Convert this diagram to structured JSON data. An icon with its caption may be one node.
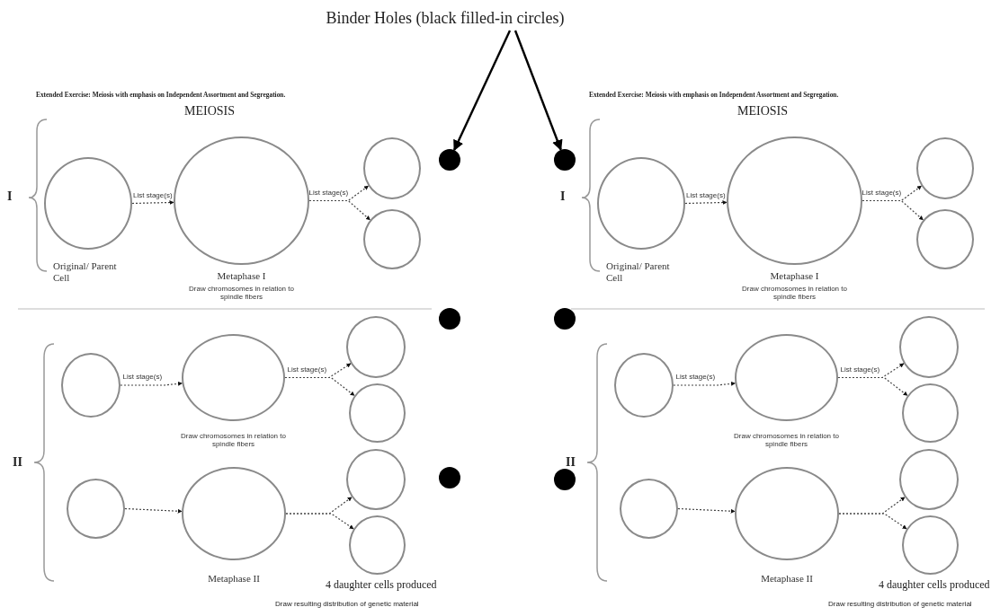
{
  "diagram": {
    "nodes": [
      {
        "text": [
          "Binder Holes (black filled-in circles)"
        ]
      },
      {
        "text": [],
        "shape": "circle"
      },
      {
        "text": [],
        "shape": "circle"
      },
      {
        "text": [],
        "shape": "circle"
      },
      {
        "text": [],
        "shape": "circle"
      },
      {
        "text": [],
        "shape": "circle"
      },
      {
        "text": [],
        "shape": "circle"
      },
      {
        "text": [],
        "shape": "circle",
        "beside": [
          "Original/ Parent Cell"
        ]
      },
      {
        "text": [],
        "shape": "circle",
        "beside": [
          "Metaphase I",
          "Draw chromosomes in relation to spindle fibers"
        ]
      },
      {
        "text": [],
        "shape": "circle"
      },
      {
        "text": [],
        "shape": "circle"
      },
      {
        "text": [],
        "shape": "circle"
      },
      {
        "text": [],
        "shape": "circle",
        "beside": [
          "Draw chromosomes in relation to spindle fibers"
        ]
      },
      {
        "text": [],
        "shape": "circle"
      },
      {
        "text": [],
        "shape": "circle"
      },
      {
        "text": [],
        "shape": "circle"
      },
      {
        "text": [],
        "shape": "circle",
        "beside": [
          "Metaphase II"
        ]
      },
      {
        "text": [],
        "shape": "circle"
      },
      {
        "text": [],
        "shape": "circle"
      },
      {
        "text": [],
        "shape": "circle",
        "beside": [
          "Original/ Parent Cell"
        ]
      },
      {
        "text": [],
        "shape": "circle",
        "beside": [
          "Metaphase I",
          "Draw chromosomes in relation to spindle fibers"
        ]
      },
      {
        "text": [],
        "shape": "circle"
      },
      {
        "text": [],
        "shape": "circle"
      },
      {
        "text": [],
        "shape": "circle"
      },
      {
        "text": [],
        "shape": "circle",
        "beside": [
          "Draw chromosomes in relation to spindle fibers"
        ]
      },
      {
        "text": [],
        "shape": "circle"
      },
      {
        "text": [],
        "shape": "circle"
      },
      {
        "text": [],
        "shape": "circle"
      },
      {
        "text": [],
        "shape": "circle",
        "beside": [
          "Metaphase II"
        ]
      },
      {
        "text": [],
        "shape": "circle"
      },
      {
        "text": [],
        "shape": "circle"
      }
    ],
    "edges": [
      {
        "from": 0,
        "to": 1,
        "arrow": "to"
      },
      {
        "from": 0,
        "to": 2,
        "arrow": "to"
      },
      {
        "from": 7,
        "to": 8,
        "arrow": "to",
        "style": "dashed",
        "label": "List stage(s)"
      },
      {
        "from": 8,
        "to": 9,
        "arrow": "to",
        "style": "dashed",
        "label": "List stage(s)"
      },
      {
        "from": 8,
        "to": 10,
        "arrow": "to",
        "style": "dashed"
      },
      {
        "from": 11,
        "to": 12,
        "arrow": "to",
        "style": "dashed",
        "label": "List stage(s)"
      },
      {
        "from": 12,
        "to": 13,
        "arrow": "to",
        "style": "dashed",
        "label": "List stage(s)"
      },
      {
        "from": 12,
        "to": 14,
        "arrow": "to",
        "style": "dashed"
      },
      {
        "from": 15,
        "to": 16,
        "arrow": "to",
        "style": "dashed"
      },
      {
        "from": 16,
        "to": 17,
        "arrow": "to",
        "style": "dashed"
      },
      {
        "from": 16,
        "to": 18,
        "arrow": "to",
        "style": "dashed"
      },
      {
        "from": 19,
        "to": 20,
        "arrow": "to",
        "style": "dashed",
        "label": "List stage(s)"
      },
      {
        "from": 20,
        "to": 21,
        "arrow": "to",
        "style": "dashed",
        "label": "List stage(s)"
      },
      {
        "from": 20,
        "to": 22,
        "arrow": "to",
        "style": "dashed"
      },
      {
        "from": 23,
        "to": 24,
        "arrow": "to",
        "style": "dashed",
        "label": "List stage(s)"
      },
      {
        "from": 24,
        "to": 25,
        "arrow": "to",
        "style": "dashed",
        "label": "List stage(s)"
      },
      {
        "from": 24,
        "to": 26,
        "arrow": "to",
        "style": "dashed"
      },
      {
        "from": 27,
        "to": 28,
        "arrow": "to",
        "style": "dashed"
      },
      {
        "from": 28,
        "to": 29,
        "arrow": "to",
        "style": "dashed"
      },
      {
        "from": 28,
        "to": 30,
        "arrow": "to",
        "style": "dashed"
      }
    ],
    "labels": [
      "Extended Exercise: Meiosis with emphasis on Independent Assortment and Segregation.",
      "MEIOSIS",
      "I",
      "II",
      "4 daughter cells produced",
      "Draw resulting distribution of genetic material",
      "Extended Exercise: Meiosis with emphasis on Independent Assortment and Segregation.",
      "MEIOSIS",
      "I",
      "II",
      "4 daughter cells produced",
      "Draw resulting distribution of genetic material"
    ]
  }
}
